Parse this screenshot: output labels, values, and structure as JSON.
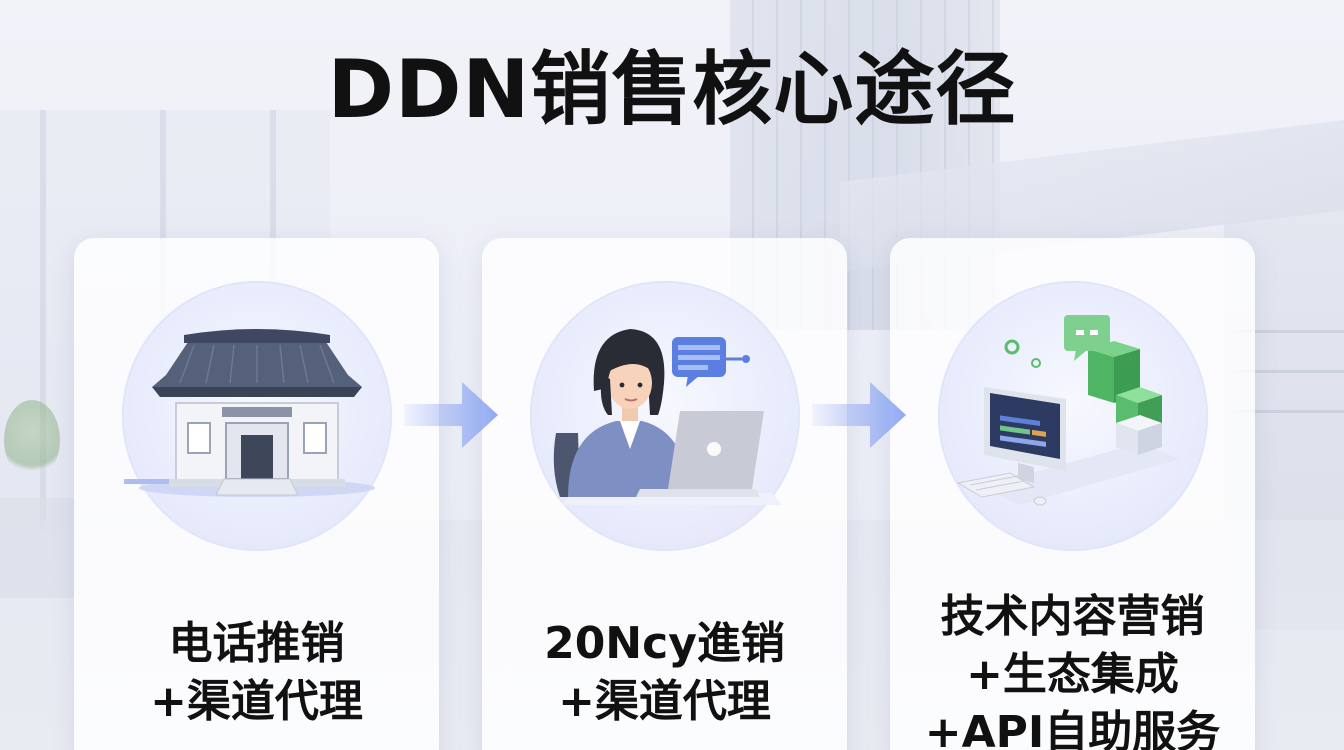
{
  "title": "DDN销售核心途径",
  "cards": [
    {
      "icon": "bank-building-icon",
      "lines": [
        "电话推销",
        "+渠道代理"
      ]
    },
    {
      "icon": "woman-laptop-chat-icon",
      "lines": [
        "20Ncy進销",
        "+渠道代理"
      ]
    },
    {
      "icon": "computer-ecosystem-icon",
      "lines": [
        "技术内容营销",
        "+生态集成",
        "+API自助服务"
      ]
    }
  ],
  "arrow_color": "#8fa8f2"
}
